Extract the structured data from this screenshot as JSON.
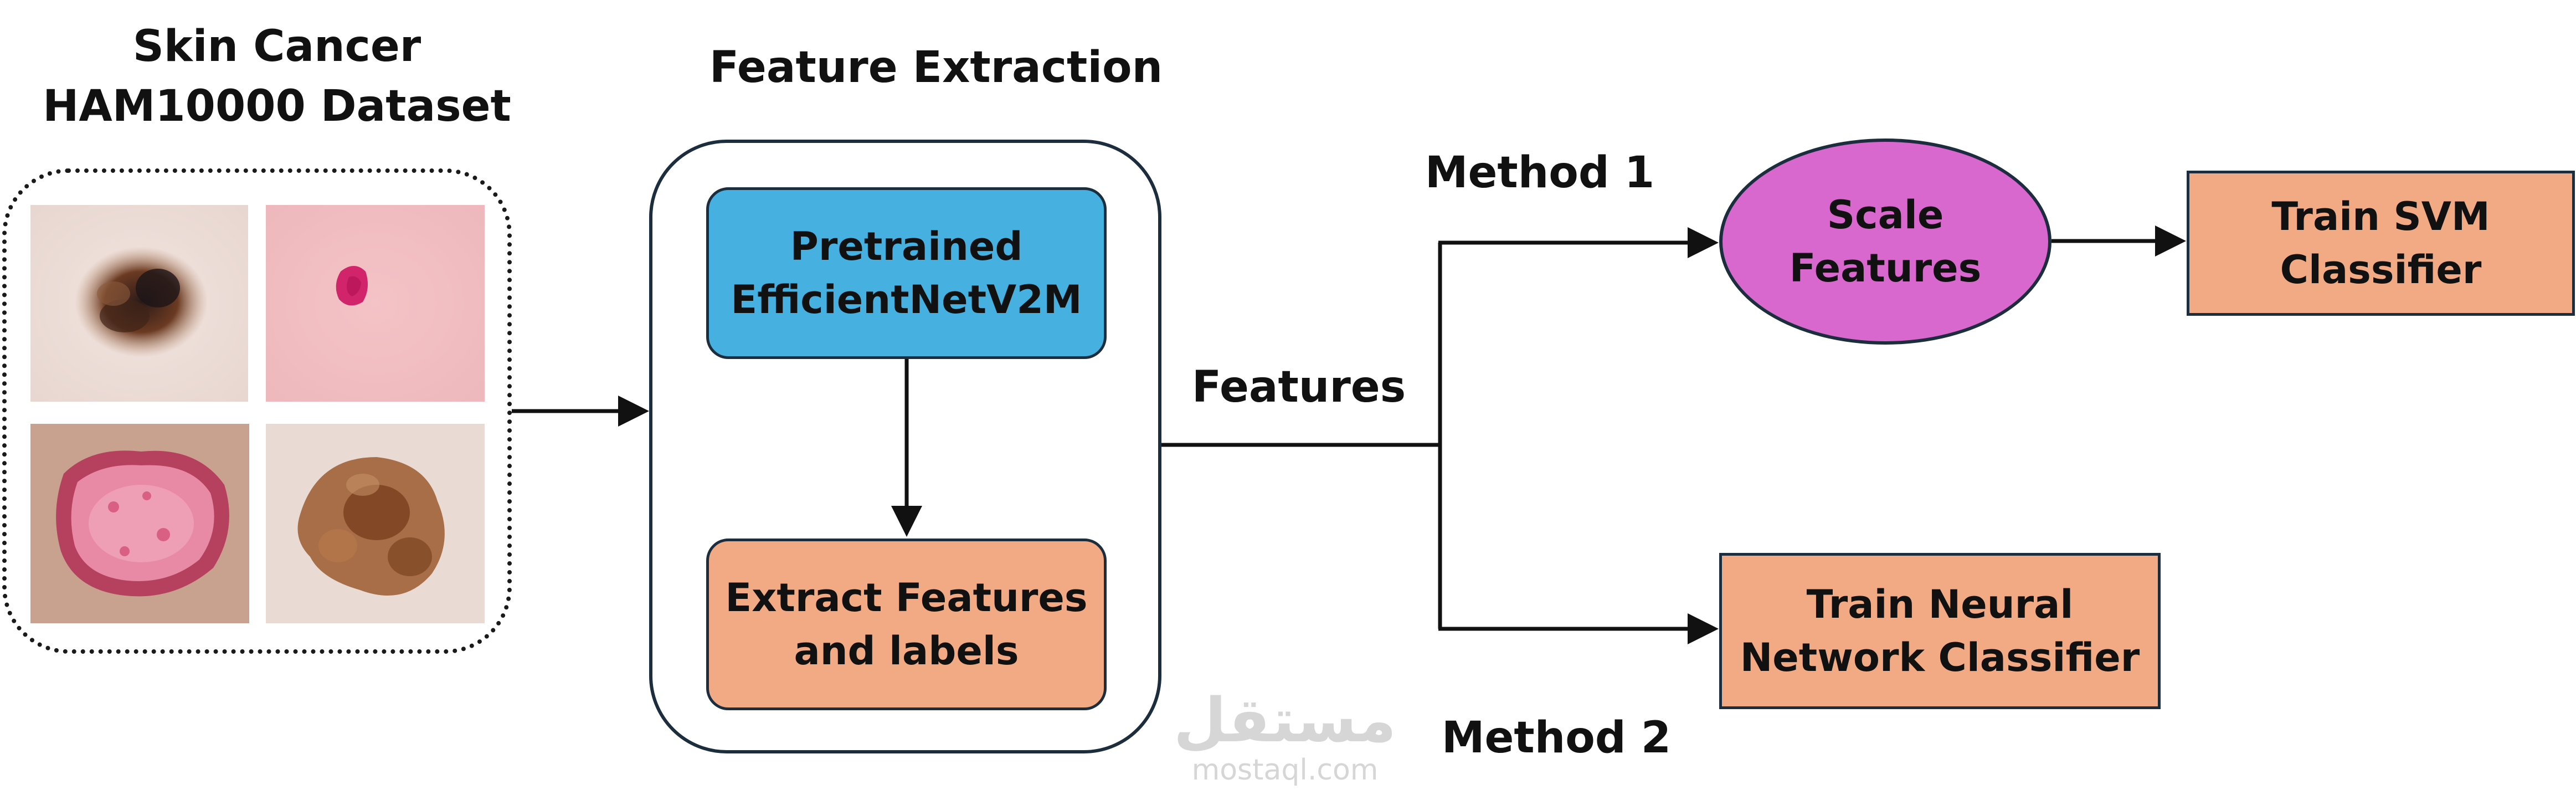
{
  "dataset": {
    "title_line1": "Skin Cancer",
    "title_line2": "HAM10000 Dataset"
  },
  "feature_extraction": {
    "title": "Feature Extraction",
    "pretrained_line1": "Pretrained",
    "pretrained_line2": "EfficientNetV2M",
    "extract_line1": "Extract Features",
    "extract_line2": "and labels"
  },
  "features_label": "Features",
  "method1": {
    "label": "Method 1",
    "scale_line1": "Scale",
    "scale_line2": "Features",
    "svm_line1": "Train SVM",
    "svm_line2": "Classifier"
  },
  "method2": {
    "label": "Method 2",
    "nn_line1": "Train Neural",
    "nn_line2": "Network Classifier"
  },
  "watermark": {
    "arabic": "مستقل",
    "latin": "mostaql.com"
  },
  "colors": {
    "orange_box": "#f1aa83",
    "blue_box": "#46b0e1",
    "ellipse": "#d868cd",
    "border": "#1c2d3d"
  }
}
